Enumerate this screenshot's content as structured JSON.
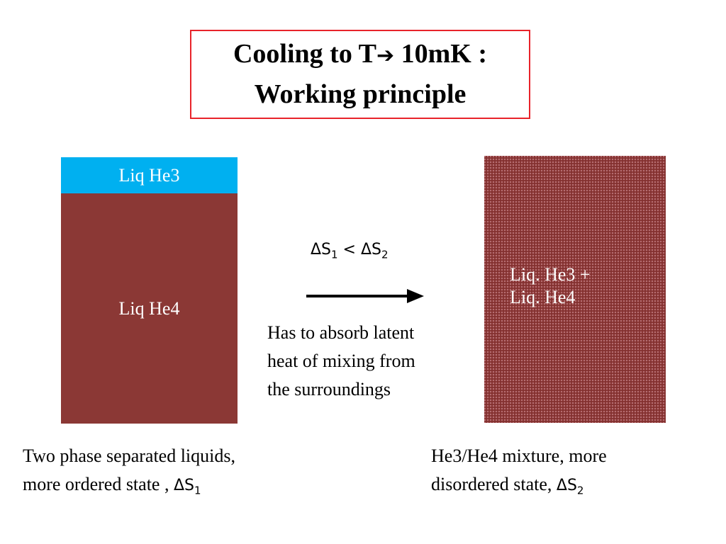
{
  "title": {
    "line1_prefix": "Cooling to T",
    "arrow_glyph": "➔",
    "line1_suffix": " 10mK :",
    "line2": "Working principle"
  },
  "left_column": {
    "top_label": "Liq He3",
    "bottom_label": "Liq He4"
  },
  "right_block": {
    "line1": "Liq. He3  +",
    "line2": "Liq.  He4"
  },
  "relation": {
    "delta1": "ΔS",
    "sub1": "1",
    "operator": " < ",
    "delta2": "ΔS",
    "sub2": "2"
  },
  "process_text": {
    "line1": "Has to absorb latent",
    "line2": "heat of mixing from",
    "line3": "the surroundings"
  },
  "caption_left": {
    "line1": "Two phase separated liquids,",
    "line2_text": "more ordered state , ",
    "delta": "ΔS",
    "sub": "1"
  },
  "caption_right": {
    "line1": "He3/He4 mixture, more",
    "line2_text": "disordered state, ",
    "delta": "ΔS",
    "sub": "2"
  },
  "colors": {
    "title_border": "#e8232a",
    "he3": "#00b0f0",
    "he4": "#8b3835"
  }
}
